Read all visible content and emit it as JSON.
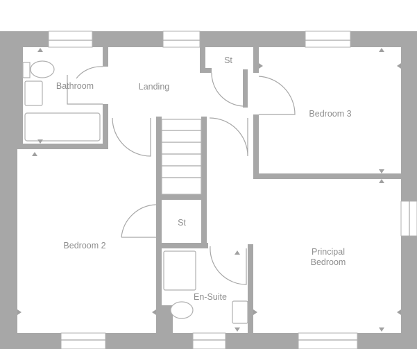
{
  "plan": {
    "wall_color": "#a7a7a7",
    "rooms": {
      "bathroom": "Bathroom",
      "landing": "Landing",
      "store_upper": "St",
      "bedroom3": "Bedroom 3",
      "bedroom2": "Bedroom 2",
      "store_lower": "St",
      "principal_line1": "Principal",
      "principal_line2": "Bedroom",
      "ensuite": "En-Suite"
    }
  }
}
